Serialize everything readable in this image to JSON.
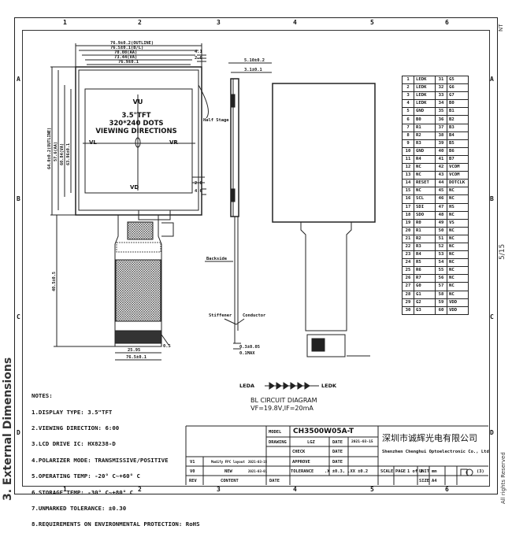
{
  "page": {
    "title": "3. External Dimensions",
    "page_number": "5/15",
    "rights": "All rights Reserved",
    "top_right_mark": "NT"
  },
  "grid": {
    "columns": [
      "1",
      "2",
      "3",
      "4",
      "5",
      "6"
    ],
    "rows": [
      "A",
      "B",
      "C",
      "D"
    ]
  },
  "front_view": {
    "panel_text": [
      "3.5\"TFT",
      "320*240 DOTS",
      "VIEWING DIRECTIONS"
    ],
    "directions": {
      "up": "VU",
      "down": "VD",
      "left": "VL",
      "right": "VR"
    },
    "callout_right": "Half Stage",
    "bottom_width": "76.5±0.1",
    "fpc_width": "25.95",
    "fpc_pitch": "0.5",
    "top_dims": [
      "76.9±0.2(OUTLINE)",
      "76.5±0.1(B/L)",
      "70.08(AA)",
      "73.44(VA)",
      "76.9±0.1"
    ],
    "left_dims": [
      "64.0±0.2(OUTLINE)",
      "57.6(AA)",
      "60.84(VA)",
      "63.96±0.1"
    ],
    "right_dims": [
      "4.1",
      "2.0",
      "2.0",
      "4.6"
    ],
    "tail_dim": "40.5±0.5"
  },
  "side_view": {
    "top_dims": [
      "5.10±0.2",
      "3.1±0.1"
    ],
    "labels": [
      "Stiffener",
      "Conductor",
      "Backside"
    ],
    "bottom_dims": [
      "0.3±0.05",
      "0.1MAX"
    ]
  },
  "pin_table": [
    [
      "1",
      "LEDK",
      "31",
      "G5"
    ],
    [
      "2",
      "LEDK",
      "32",
      "G6"
    ],
    [
      "3",
      "LEDK",
      "33",
      "G7"
    ],
    [
      "4",
      "LEDK",
      "34",
      "B0"
    ],
    [
      "5",
      "GND",
      "35",
      "B1"
    ],
    [
      "6",
      "B0",
      "36",
      "B2"
    ],
    [
      "7",
      "R1",
      "37",
      "B3"
    ],
    [
      "8",
      "R2",
      "38",
      "B4"
    ],
    [
      "9",
      "R3",
      "39",
      "B5"
    ],
    [
      "10",
      "GND",
      "40",
      "B6"
    ],
    [
      "11",
      "R4",
      "41",
      "B7"
    ],
    [
      "12",
      "NC",
      "42",
      "VCOM"
    ],
    [
      "13",
      "NC",
      "43",
      "VCOM"
    ],
    [
      "14",
      "RESET",
      "44",
      "DOTCLK"
    ],
    [
      "15",
      "NC",
      "45",
      "NC"
    ],
    [
      "16",
      "SCL",
      "46",
      "NC"
    ],
    [
      "17",
      "SDI",
      "47",
      "HS"
    ],
    [
      "18",
      "SDO",
      "48",
      "NC"
    ],
    [
      "19",
      "R0",
      "49",
      "VS"
    ],
    [
      "20",
      "R1",
      "50",
      "NC"
    ],
    [
      "21",
      "R2",
      "51",
      "NC"
    ],
    [
      "22",
      "R3",
      "52",
      "NC"
    ],
    [
      "23",
      "R4",
      "53",
      "NC"
    ],
    [
      "24",
      "R5",
      "54",
      "NC"
    ],
    [
      "25",
      "R6",
      "55",
      "NC"
    ],
    [
      "26",
      "R7",
      "56",
      "NC"
    ],
    [
      "27",
      "G0",
      "57",
      "NC"
    ],
    [
      "28",
      "G1",
      "58",
      "NC"
    ],
    [
      "29",
      "G2",
      "59",
      "VDD"
    ],
    [
      "30",
      "G3",
      "60",
      "VDD"
    ]
  ],
  "bl_circuit": {
    "leda": "LEDA",
    "ledk": "LEDK",
    "title": "BL CIRCUIT DIAGRAM",
    "spec": "VF=19.8V,IF=20mA"
  },
  "notes": [
    "NOTES:",
    "1.DISPLAY TYPE: 3.5\"TFT",
    "2.VIEWING DIRECTION: 6:00",
    "3.LCD DRIVE IC: HX8238-D",
    "4.POLARIZER MODE: TRANSMISSIVE/POSITIVE",
    "5.OPERATING TEMP: -20° C~+60° C",
    "6.STORAGE TEMP: -30° C~+80° C",
    "7.UNMARKED TOLERANCE: ±0.30",
    "8.REQUIREMENTS ON ENVIRONMENTAL PROTECTION: RoHS"
  ],
  "title_block": {
    "model_label": "MODEL",
    "model": "CH3500W05A-T",
    "drawing_label": "DRAWING",
    "drawn_by": "LGZ",
    "date_label": "DATE",
    "date": "2021-03-15",
    "check_label": "CHECK",
    "approve_label": "APPROVE",
    "tolerance_label": "TOLERANCE",
    "tolerance": ".X ±0.3, .XX ±0.2",
    "scale_label": "SCALE",
    "page_label": "PAGE",
    "page_of": "1 of 1",
    "unit_label": "UNIT",
    "unit": "mm",
    "size_label": "SIZE",
    "size": "A4",
    "company_cn": "深圳市诚辉光电有限公司",
    "company_en": "Shenzhen Chenghui Optoelectronic Co., Ltd",
    "projection": "(3)",
    "revisions": [
      {
        "rev": "V1",
        "content": "Modify FPC layout",
        "date": "2021-03-15"
      },
      {
        "rev": "V0",
        "content": "NEW",
        "date": "2021-03-01"
      }
    ],
    "rev_header": {
      "rev": "REV",
      "content": "CONTENT",
      "date": "DATE"
    }
  }
}
